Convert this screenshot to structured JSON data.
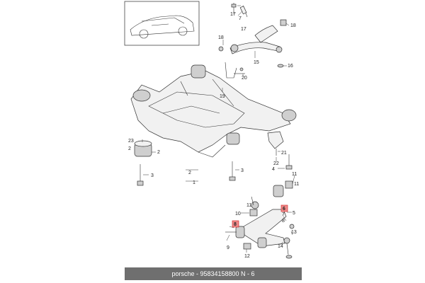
{
  "labels": {
    "c17a": "17",
    "c7a": "7",
    "c17b": "17",
    "c18a": "18",
    "c15": "15",
    "c16": "16",
    "c20": "20",
    "c19": "19",
    "c23": "23",
    "c2a": "2",
    "c3a": "3",
    "c2b": "2",
    "c1": "1",
    "c3b": "3",
    "c21": "21",
    "c22": "22",
    "c4": "4",
    "c11a": "11",
    "c10": "10",
    "c8a": "8",
    "c5": "5",
    "c7b": "7",
    "c8b": "8",
    "c6": "6",
    "c13": "13",
    "c9": "9",
    "c12": "12",
    "c14": "14"
  },
  "footer": {
    "text": "porsche - 95834158800     N - 6"
  }
}
